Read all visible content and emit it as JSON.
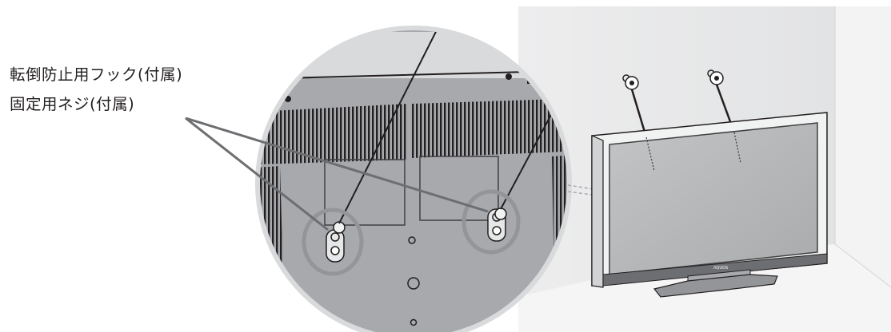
{
  "labels": {
    "hook": "転倒防止用フック(付属)",
    "screw": "固定用ネジ(付属)"
  },
  "tv": {
    "brand_mark": "ΛQUOS"
  },
  "colors": {
    "line": "#231f20",
    "panel_gray": "#a7a9ac",
    "panel_dark": "#6d6e71",
    "wall": "#e6e7e8",
    "screen": "#b1b3b6"
  }
}
